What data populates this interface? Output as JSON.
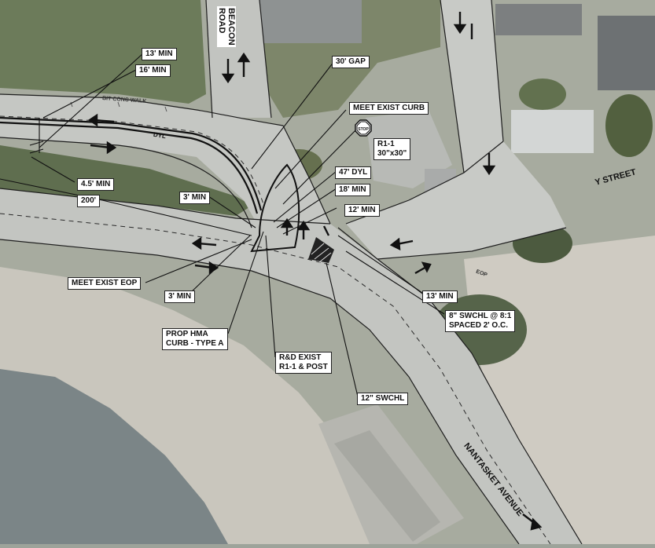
{
  "roads": {
    "beacon_road": "BEACON\nROAD",
    "y_street": "Y STREET",
    "nantasket_avenue": "NANTASKET AVENUE"
  },
  "callouts": {
    "min_13_top": "13' MIN",
    "min_16": "16' MIN",
    "gap_30": "30' GAP",
    "meet_exist_curb": "MEET EXIST CURB",
    "r1_1": "R1-1\n30\"x30\"",
    "dyl_47": "47' DYL",
    "min_18": "18' MIN",
    "min_12": "12' MIN",
    "min_4_5": "4.5' MIN",
    "dist_200": "200'",
    "min_3_top": "3' MIN",
    "meet_exist_eop": "MEET EXIST EOP",
    "min_3_bottom": "3' MIN",
    "prop_hma_curb": "PROP HMA\nCURB - TYPE A",
    "rd_exist": "R&D EXIST\nR1-1 & POST",
    "min_13_right": "13' MIN",
    "swchl_8": "8\" SWCHL @ 8:1\nSPACED 2' O.C.",
    "swchl_12": "12\" SWCHL"
  },
  "stop_sign_text": "STOP",
  "pavement_marks": {
    "dyl": "DYL",
    "bit_conc_walk": "BIT CONC WALK",
    "eop": "EOP"
  },
  "colors": {
    "water": "#7b8587",
    "beach": "#c9c6bd",
    "pavement": "#c2c4c0",
    "grass": "#6f7e5e",
    "dark_grass": "#4c5a3f",
    "building": "#b8bab6",
    "roof_dark": "#7c7f80",
    "line": "#1d1d1d"
  }
}
